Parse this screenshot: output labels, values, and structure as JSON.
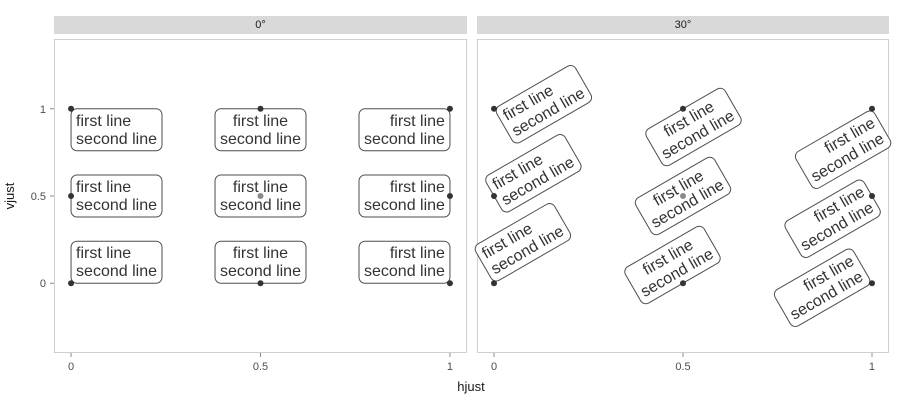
{
  "chart_data": {
    "type": "scatter",
    "xlabel": "hjust",
    "ylabel": "vjust",
    "xlim": [
      -0.045,
      1.045
    ],
    "ylim": [
      -0.4,
      1.4
    ],
    "x_ticks": [
      0,
      0.5,
      1
    ],
    "x_tick_labels": [
      "0",
      "0.5",
      "1"
    ],
    "y_ticks": [
      0,
      0.5,
      1
    ],
    "y_tick_labels": [
      "0",
      "0.5",
      "1"
    ],
    "grid": false,
    "label_text": [
      "first line",
      "second line"
    ],
    "point_color": "#333333",
    "facets": [
      {
        "title": "0°",
        "angle": 0
      },
      {
        "title": "30°",
        "angle": 30
      }
    ],
    "points": [
      {
        "x": 0,
        "y": 0
      },
      {
        "x": 0.5,
        "y": 0
      },
      {
        "x": 1,
        "y": 0
      },
      {
        "x": 0,
        "y": 0.5
      },
      {
        "x": 0.5,
        "y": 0.5
      },
      {
        "x": 1,
        "y": 0.5
      },
      {
        "x": 0,
        "y": 1
      },
      {
        "x": 0.5,
        "y": 1
      },
      {
        "x": 1,
        "y": 1
      }
    ]
  }
}
